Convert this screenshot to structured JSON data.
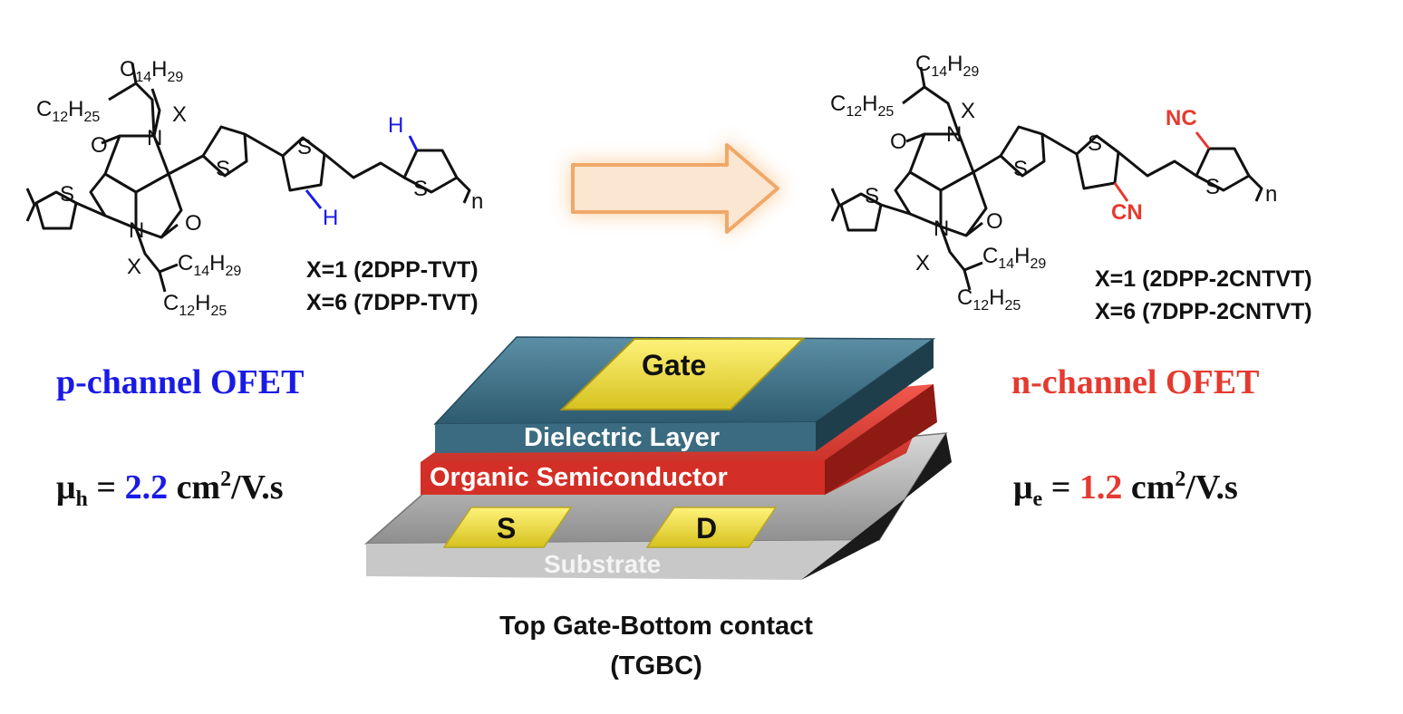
{
  "left_polymer": {
    "alkyl_upper_a": "C",
    "alkyl_upper_a_sub": "14",
    "alkyl_upper_a_h": "H",
    "alkyl_upper_a_hsub": "29",
    "alkyl_upper_b": "C",
    "alkyl_upper_b_sub": "12",
    "alkyl_upper_b_h": "H",
    "alkyl_upper_b_hsub": "25",
    "x_label": "X",
    "n_label": "n",
    "h_top": "H",
    "h_bottom": "H",
    "atom_O": "O",
    "atom_N": "N",
    "atom_S": "S",
    "variant_1": "X=1 (2DPP-TVT)",
    "variant_2": "X=6 (7DPP-TVT)"
  },
  "right_polymer": {
    "cn_top": "NC",
    "cn_bottom": "CN",
    "variant_1": "X=1 (2DPP-2CNTVT)",
    "variant_2": "X=6 (7DPP-2CNTVT)"
  },
  "left_result": {
    "channel": "p-channel OFET",
    "mu_symbol": "μ",
    "mu_sub": "h",
    "mu_eq": " = ",
    "mu_value": "2.2",
    "mu_unit": " cm",
    "mu_unit_sup": "2",
    "mu_unit_tail": "/V.s"
  },
  "right_result": {
    "channel": "n-channel OFET",
    "mu_symbol": "μ",
    "mu_sub": "e",
    "mu_eq": " = ",
    "mu_value": "1.2",
    "mu_unit": " cm",
    "mu_unit_sup": "2",
    "mu_unit_tail": "/V.s"
  },
  "device": {
    "gate": "Gate",
    "dielectric": "Dielectric Layer",
    "semiconductor": "Organic Semiconductor",
    "source": "S",
    "drain": "D",
    "substrate": "Substrate",
    "caption_line1": "Top Gate-Bottom  contact",
    "caption_line2": "(TGBC)"
  },
  "colors": {
    "p_channel": "#1a1ae6",
    "n_channel": "#e53a2f",
    "gold": "#f2e23a",
    "dielectric": "#3d6f86",
    "semiconductor": "#e0382e",
    "substrate": "#b9b9b9",
    "arrow_fill": "#fbe6d2",
    "arrow_stroke": "#f0a868"
  }
}
